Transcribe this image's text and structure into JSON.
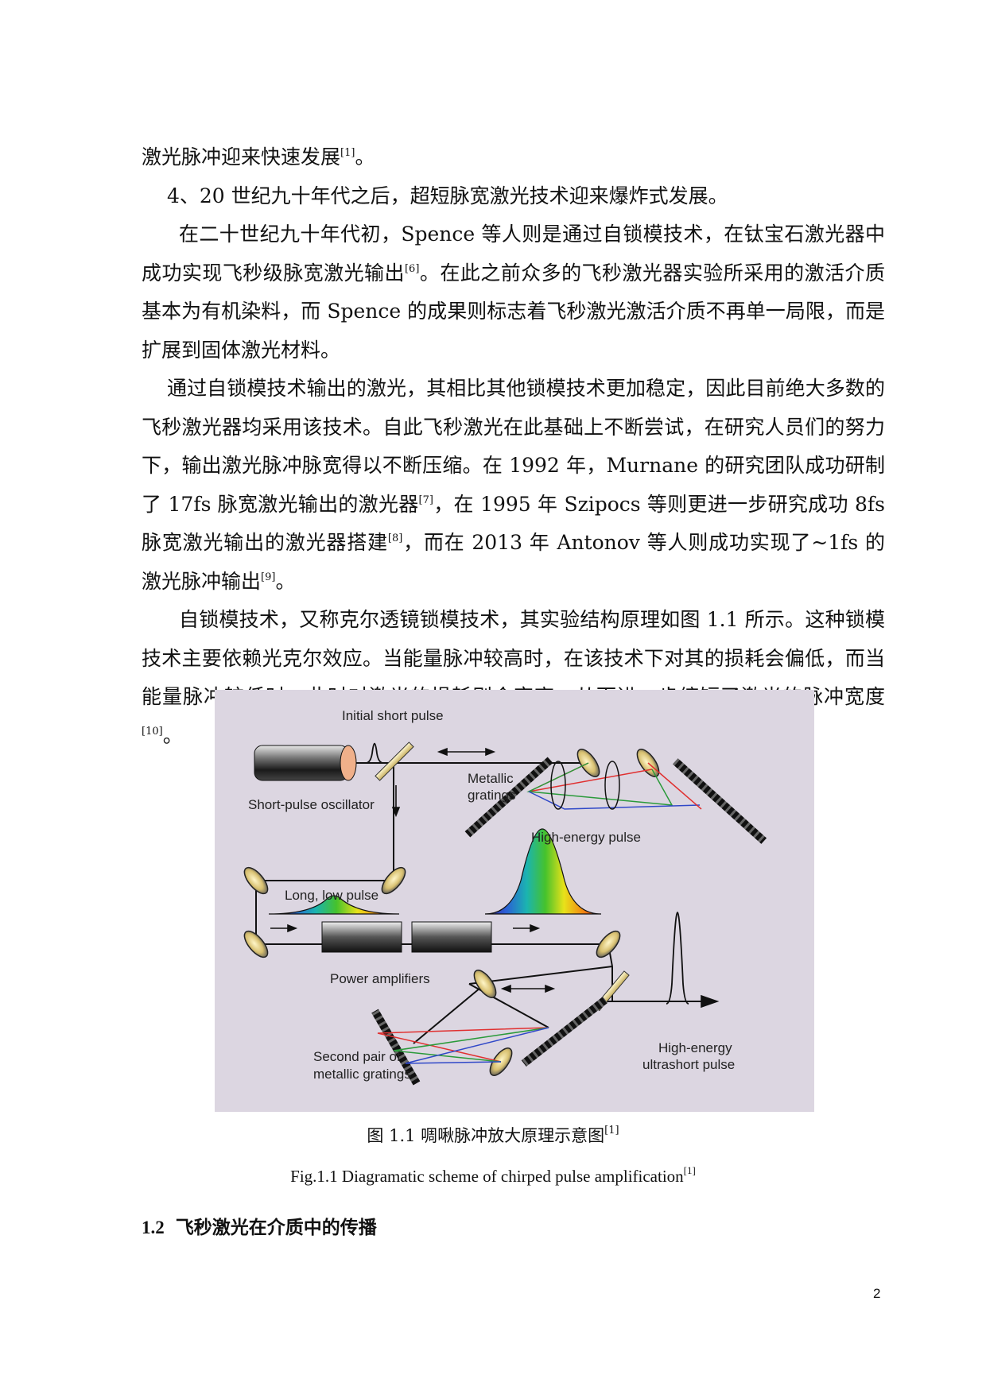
{
  "body": {
    "p1": {
      "text": "激光脉冲迎来快速发展",
      "ref": "[1]",
      "end": "。"
    },
    "p2": {
      "text": "4、20 世纪九十年代之后，超短脉宽激光技术迎来爆炸式发展。"
    },
    "p3": {
      "a": "在二十世纪九十年代初，Spence 等人则是通过自锁模技术，在钛宝石激光器中成功实现飞秒级脉宽激光输出",
      "ref": "[6]",
      "b": "。在此之前众多的飞秒激光器实验所采用的激活介质基本为有机染料，而 Spence 的成果则标志着飞秒激光激活介质不再单一局限，而是扩展到固体激光材料。"
    },
    "p4": {
      "a": "通过自锁模技术输出的激光，其相比其他锁模技术更加稳定，因此目前绝大多数的飞秒激光器均采用该技术。自此飞秒激光在此基础上不断尝试，在研究人员们的努力下，输出激光脉冲脉宽得以不断压缩。在 1992 年，Murnane 的研究团队成功研制了 17fs 脉宽激光输出的激光器",
      "ref1": "[7]",
      "b": "，在 1995 年 Szipocs 等则更进一步研究成功 8fs 脉宽激光输出的激光器搭建",
      "ref2": "[8]",
      "c": "，而在 2013 年 Antonov 等人则成功实现了~1fs 的激光脉冲输出",
      "ref3": "[9]",
      "d": "。"
    },
    "p5": {
      "a": "自锁模技术，又称克尔透镜锁模技术，其实验结构原理如图 1.1 所示。这种锁模技术主要依赖光克尔效应。当能量脉冲较高时，在该技术下对其的损耗会偏低，而当能量脉冲较低时，此时对激光的损耗则会变高，从而进一步缩短了激光的脉冲宽度",
      "ref": "[10]",
      "b": "。"
    }
  },
  "figure": {
    "labels": {
      "initial_short_pulse": "Initial short pulse",
      "short_pulse_oscillator": "Short-pulse oscillator",
      "metallic_gratings_1": "Metallic",
      "metallic_gratings_2": "gratings",
      "high_energy_pulse": "High-energy pulse",
      "long_low_pulse": "Long, low pulse",
      "power_amplifiers": "Power amplifiers",
      "second_pair_1": "Second pair of",
      "second_pair_2": "metallic gratings",
      "high_energy_ultrashort_1": "High-energy",
      "high_energy_ultrashort_2": "ultrashort pulse"
    },
    "colors": {
      "background": "#dcd6e1",
      "beam": "#111111",
      "red": "#e03030",
      "green": "#2a9a3a",
      "blue": "#3048c8"
    }
  },
  "captions": {
    "cn": "图 1.1  啁啾脉冲放大原理示意图",
    "cn_ref": "[1]",
    "en": "Fig.1.1 Diagramatic scheme of chirped pulse amplification",
    "en_ref": "[1]"
  },
  "section": {
    "number": "1.2",
    "title": "飞秒激光在介质中的传播"
  },
  "page_number": "2"
}
